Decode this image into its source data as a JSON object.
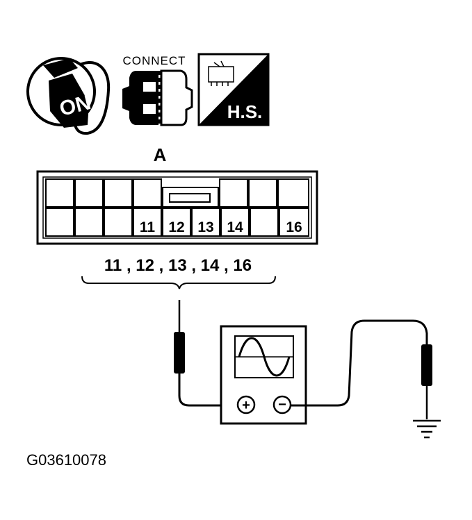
{
  "icons": {
    "ignition_text": "ON",
    "connect_text": "CONNECT",
    "hs_text": "H.S."
  },
  "connector": {
    "label": "A",
    "pins": [
      "11",
      "12",
      "13",
      "14",
      "16"
    ]
  },
  "pins_caption": "11 , 12 , 13 , 14 , 16",
  "meter": {
    "positive_symbol": "+",
    "negative_symbol": "−"
  },
  "figure_id": "G03610078"
}
